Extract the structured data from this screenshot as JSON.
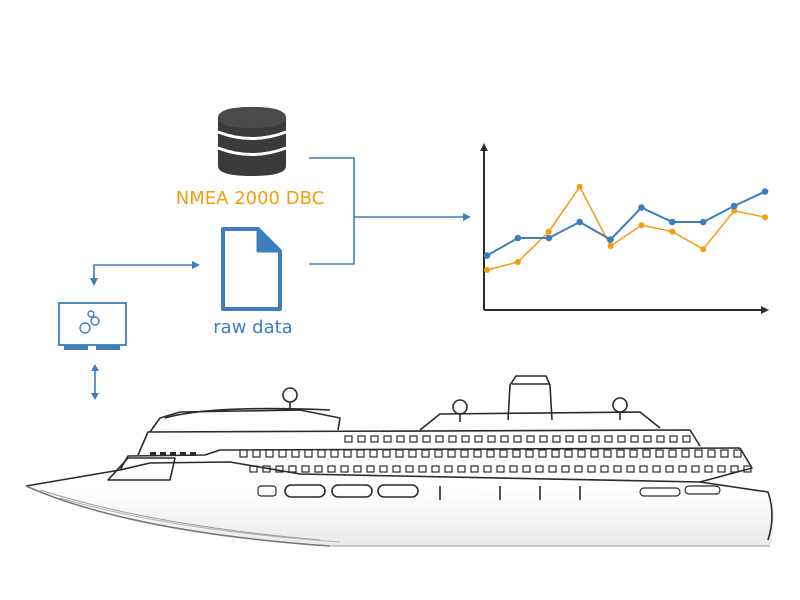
{
  "database": {
    "label": "NMEA 2000 DBC",
    "icon": "database-icon"
  },
  "file": {
    "label": "raw data",
    "icon": "document-icon"
  },
  "logger": {
    "icon": "data-logger-icon"
  },
  "vessel": {
    "icon": "cruise-ship-icon"
  },
  "colors": {
    "blue": "#3d7ebf",
    "orange": "#f39c12",
    "dark": "#2b2b2b",
    "db_fill": "#ffffff"
  },
  "chart_data": {
    "type": "line",
    "x": [
      0,
      1,
      2,
      3,
      4,
      5,
      6,
      7,
      8,
      9
    ],
    "series": [
      {
        "values": [
          3.4,
          4.5,
          4.5,
          5.5,
          4.4,
          6.4,
          5.5,
          5.5,
          6.5,
          7.4
        ]
      },
      {
        "values": [
          2.5,
          3.0,
          4.9,
          7.7,
          4.0,
          5.3,
          4.9,
          3.8,
          6.2,
          5.8
        ]
      }
    ],
    "ylim": [
      0,
      10
    ],
    "grid": false
  }
}
